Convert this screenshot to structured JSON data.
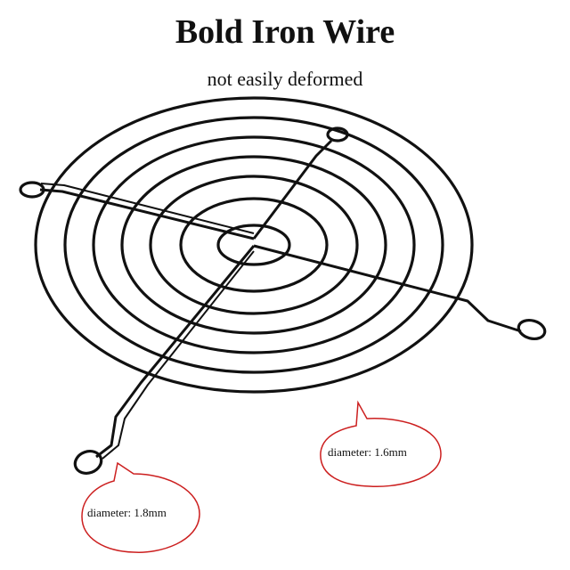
{
  "header": {
    "title": "Bold Iron Wire",
    "subtitle": "not easily deformed"
  },
  "callouts": [
    {
      "text": "diameter: 1.6mm",
      "border_color": "#cc1f1f"
    },
    {
      "text": "diameter: 1.8mm",
      "border_color": "#cc1f1f"
    }
  ],
  "product": {
    "name": "fan-grill-guard",
    "ring_count": 7,
    "wire_color": "#111111"
  }
}
